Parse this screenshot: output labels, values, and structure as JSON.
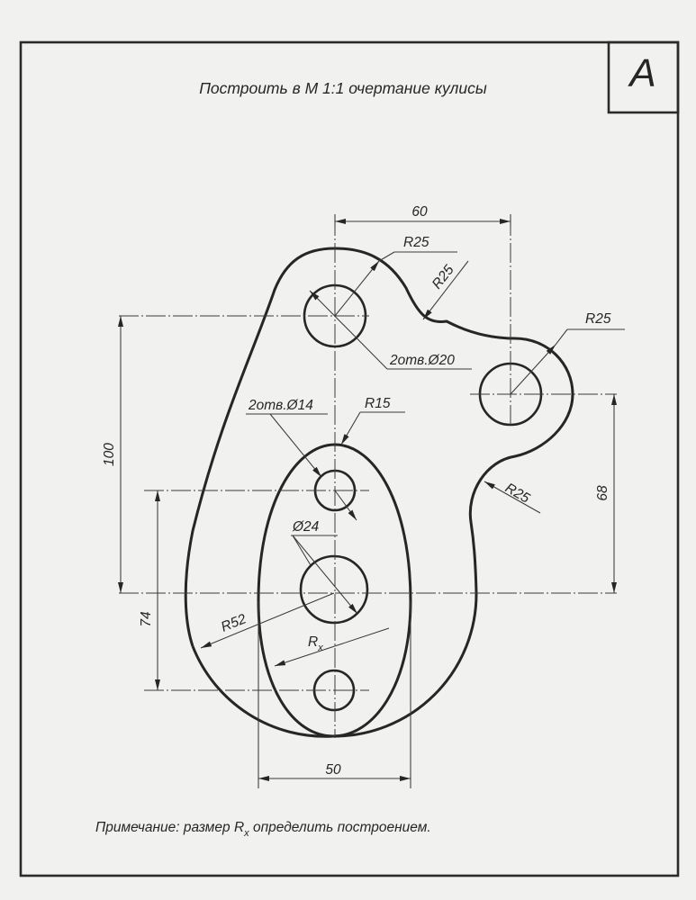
{
  "sheet_letter": "A",
  "title": "Построить в М 1:1 очертание кулисы",
  "note": {
    "prefix": "Примечание: размер R",
    "subscript": "x",
    "suffix": " определить построением."
  },
  "dimensions": {
    "d60": "60",
    "d50": "50",
    "d100": "100",
    "d74": "74",
    "d68": "68",
    "r25_top": "R25",
    "r25_arc": "R25",
    "r25_right": "R25",
    "r25_lower": "R25",
    "r15": "R15",
    "r52": "R52",
    "rx_main": "R",
    "rx_sub": "x",
    "holes_20": "2отв.Ø20",
    "holes_14": "2отв.Ø14",
    "dia_24": "Ø24"
  }
}
